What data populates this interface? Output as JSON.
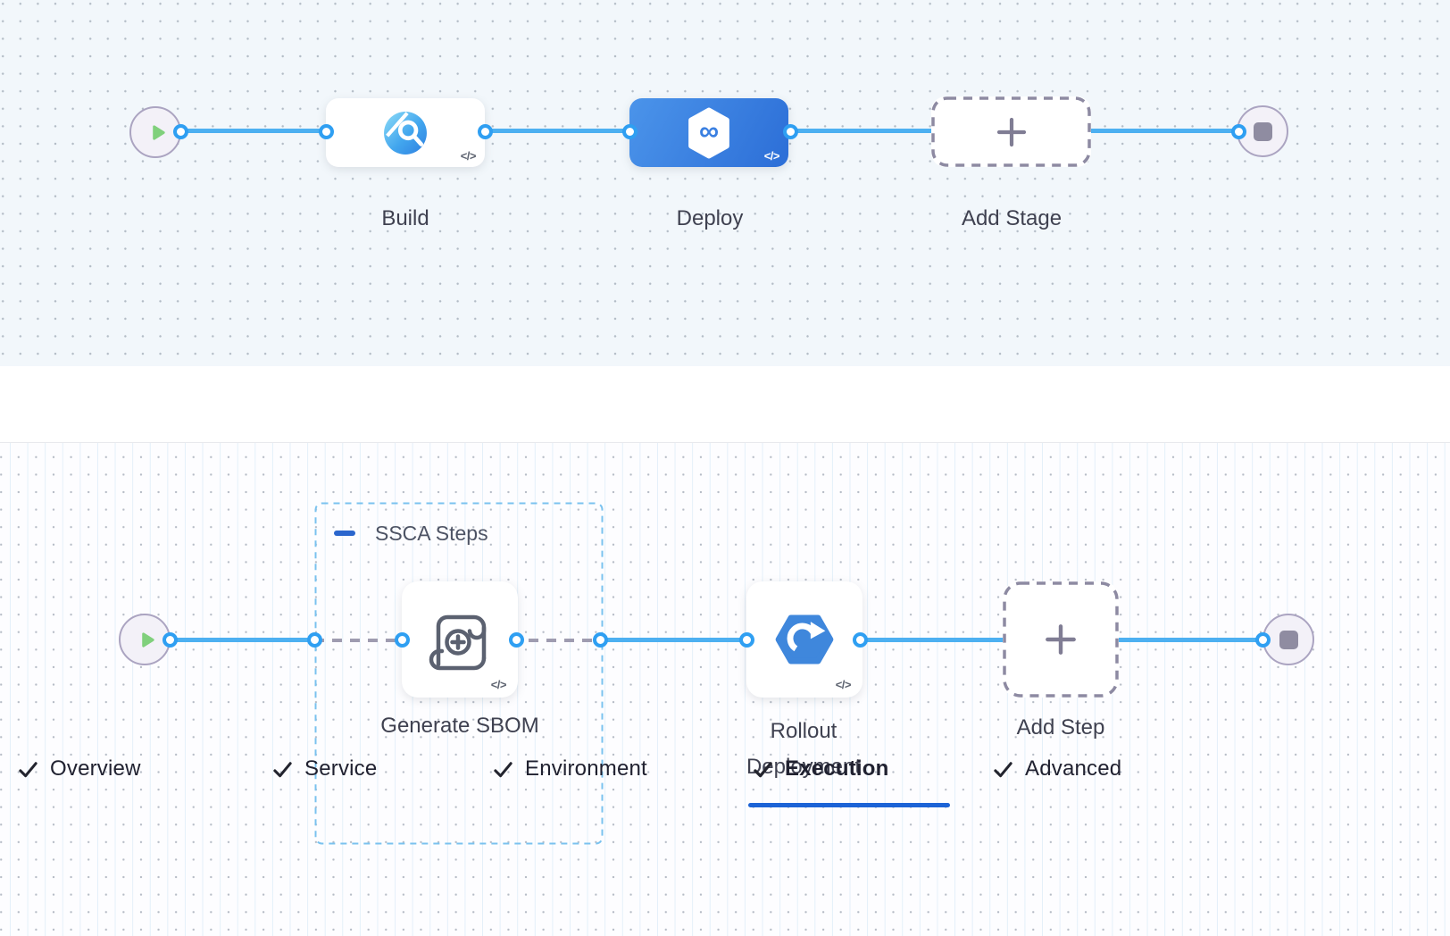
{
  "stage_canvas": {
    "nodes": [
      {
        "label": "Build"
      },
      {
        "label": "Deploy",
        "selected": true
      },
      {
        "label": "Add Stage"
      }
    ]
  },
  "tabs": [
    {
      "label": "Overview",
      "checked": true,
      "active": false
    },
    {
      "label": "Service",
      "checked": true,
      "active": false
    },
    {
      "label": "Environment",
      "checked": true,
      "active": false
    },
    {
      "label": "Execution",
      "checked": true,
      "active": true
    },
    {
      "label": "Advanced",
      "checked": true,
      "active": false
    }
  ],
  "execution_canvas": {
    "group": {
      "label": "SSCA Steps",
      "collapse_icon": "minus"
    },
    "nodes": [
      {
        "label": "Generate SBOM"
      },
      {
        "label": "Rollout Deployment"
      },
      {
        "label": "Add Step"
      }
    ]
  },
  "glyphs": {
    "code": "</>",
    "infinity": "∞",
    "plus": "+"
  },
  "colors": {
    "link_line": "#4db0f1",
    "connector_ring": "#2f9ff2",
    "dashed_link": "#9f9cb0",
    "selected_stage_start": "#4b94ea",
    "selected_stage_end": "#2c6ed7",
    "active_tab_underline": "#1c63d6",
    "group_dash": "#7ac2ef",
    "add_node_dash": "#8d8aa2",
    "play_icon": "#80d07c",
    "stop_icon": "#8f8ca1",
    "rollout_icon": "#3f87dc"
  }
}
